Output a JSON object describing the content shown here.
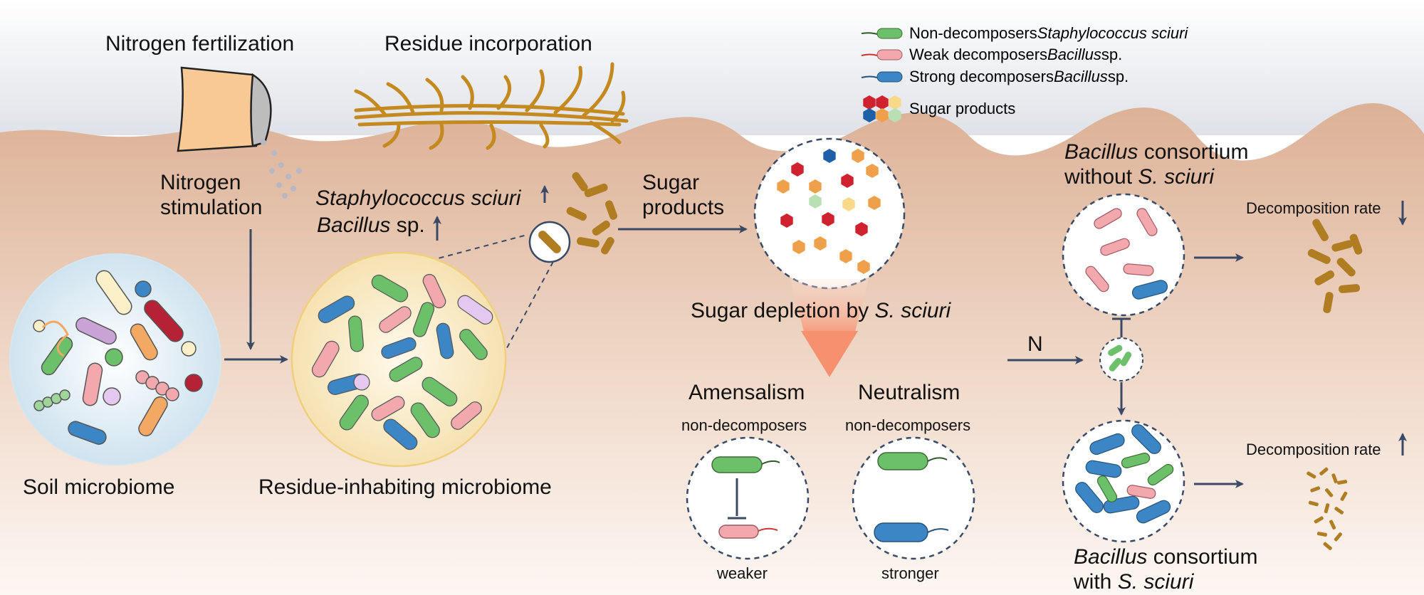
{
  "colors": {
    "sky": "#e6e8ec",
    "soil_top": "#ddb398",
    "soil_bottom": "#fbf3ee",
    "green": "#6cc06a",
    "pink": "#f2a8ad",
    "blue": "#3d86c6",
    "straw": "#c48a1f",
    "residue": "#b07d22",
    "arrow": "#3a4a66",
    "sugar_red": "#d0212e",
    "sugar_orange": "#eea14a",
    "sugar_yellow": "#f8d98a",
    "sugar_blue": "#1f5fa8",
    "sugar_green": "#b9e0b5",
    "funnel": "#f7906f"
  },
  "legend": {
    "non_decomposers": {
      "prefix": "Non-decomposers ",
      "species": "Staphylococcus sciuri",
      "suffix": ""
    },
    "weak_decomposers": {
      "prefix": "Weak decomposers ",
      "species": "Bacillus",
      "suffix": " sp."
    },
    "strong_decomposers": {
      "prefix": "Strong decomposers ",
      "species": "Bacillus",
      "suffix": " sp."
    },
    "sugar_products": "Sugar products"
  },
  "labels": {
    "nitrogen_fertilization": "Nitrogen fertilization",
    "residue_incorporation": "Residue incorporation",
    "nitrogen_stimulation_1": "Nitrogen",
    "nitrogen_stimulation_2": "stimulation",
    "staph_up": "Staphylococcus sciuri",
    "bacillus_up": "Bacillus",
    "bacillus_up_suffix": " sp.",
    "sugar_products_1": "Sugar",
    "sugar_products_2": "products",
    "sugar_depletion_prefix": "Sugar depletion by ",
    "sugar_depletion_species": "S. sciuri",
    "soil_microbiome": "Soil microbiome",
    "residue_microbiome": "Residue-inhabiting microbiome",
    "amensalism": "Amensalism",
    "neutralism": "Neutralism",
    "non_decomposers_a": "non-decomposers",
    "non_decomposers_b": "non-decomposers",
    "weaker": "weaker",
    "stronger": "stronger",
    "consortium_without_1_italic": "Bacillus",
    "consortium_without_1_rest": " consortium",
    "consortium_without_2_prefix": "without ",
    "consortium_without_2_species": "S. sciuri",
    "consortium_with_1_italic": "Bacillus",
    "consortium_with_1_rest": " consortium",
    "consortium_with_2_prefix": "with ",
    "consortium_with_2_species": "S. sciuri",
    "decomposition_rate_down": "Decomposition rate",
    "decomposition_rate_up": "Decomposition rate",
    "n_label": "N"
  }
}
